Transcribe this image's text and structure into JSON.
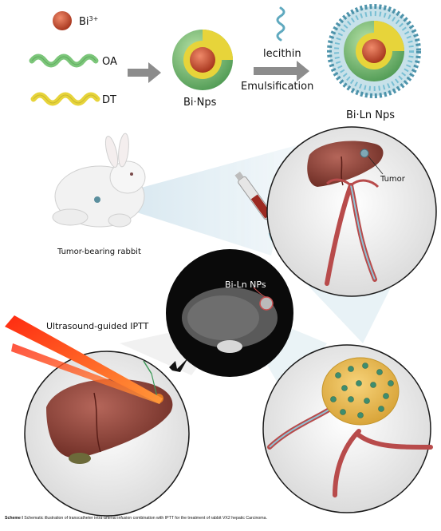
{
  "legend": {
    "bi_label": "Bi",
    "bi_superscript": "3+",
    "oa_label": "OA",
    "dt_label": "DT"
  },
  "synthesis": {
    "bi_nps_label": "Bi·Nps",
    "lecithin_label": "lecithin",
    "emulsification_label": "Emulsification",
    "bi_ln_nps_label": "Bi·Ln Nps"
  },
  "rabbit": {
    "caption": "Tumor-bearing rabbit"
  },
  "liver_panel": {
    "tumor_label": "Tumor"
  },
  "ct_panel": {
    "label": "Bi-Ln NPs"
  },
  "iptt_panel": {
    "label": "Ultrasound-guided IPTT"
  },
  "caption": {
    "prefix": "Scheme I",
    "text": "Schematic illustration of transcatheter intra-arterial infusion combination with IPTT for the treatment of rabbit VX2 hepatic Carcinoma."
  },
  "colors": {
    "bi_ion": "#c8553a",
    "oa_helix": "#7cc67a",
    "dt_helix": "#e7d43a",
    "lecithin": "#5fa9bf",
    "arrow": "#8c8c8c",
    "liver": "#8a3e30",
    "artery": "#b84b4b",
    "laser": "#e0301a"
  }
}
